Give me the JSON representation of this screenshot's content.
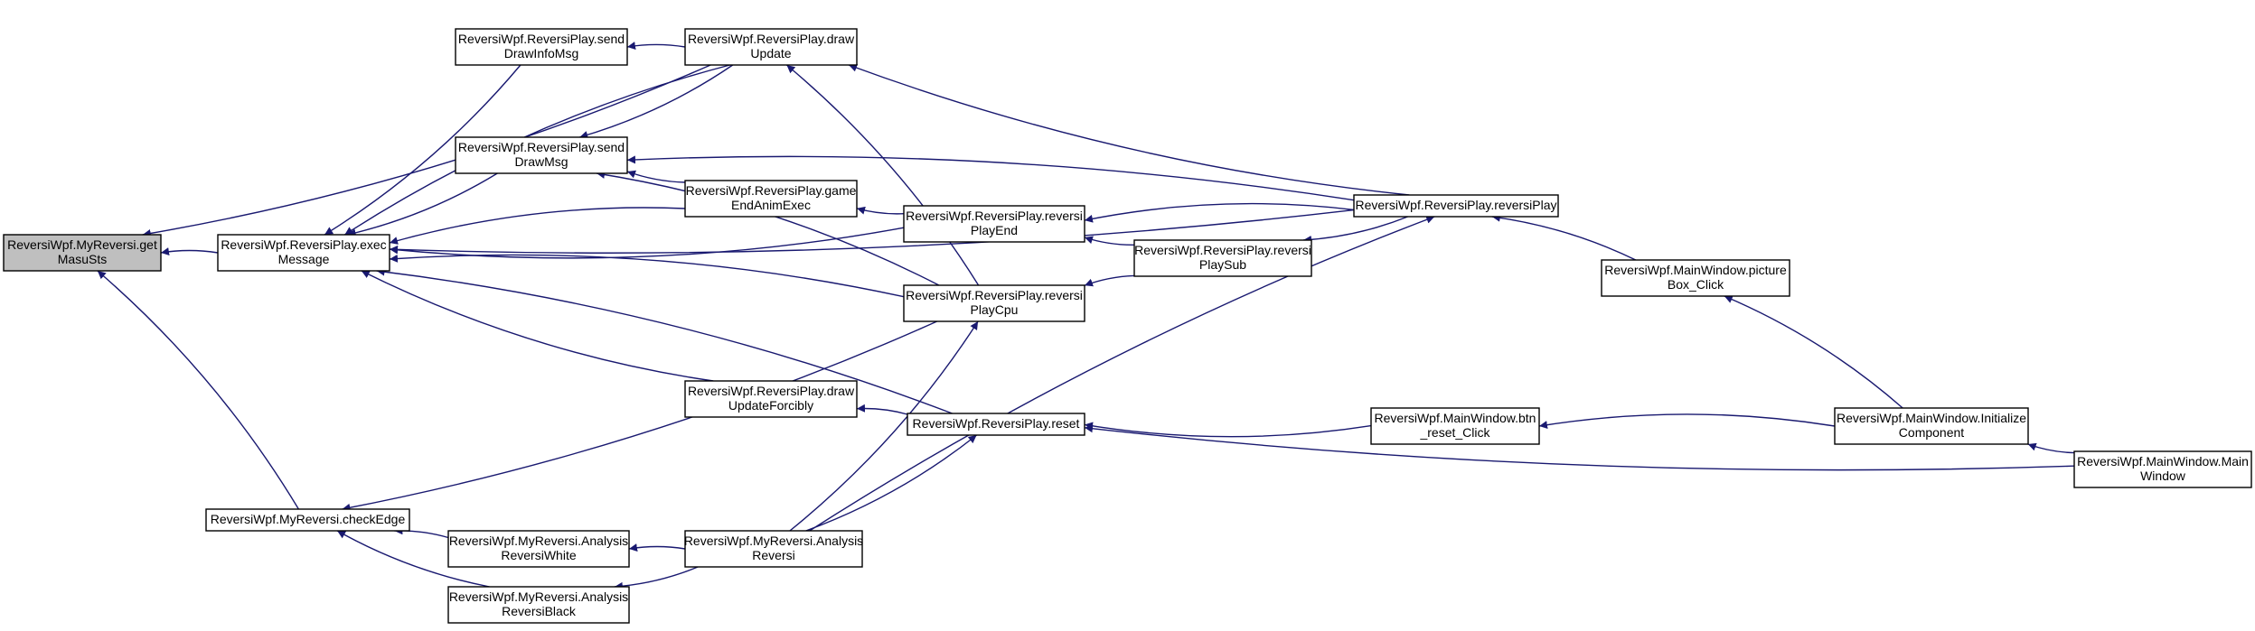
{
  "colors": {
    "edge": "#191970",
    "node_fill": "#ffffff",
    "root_fill": "#bfbfbf",
    "border": "#000000"
  },
  "nodes": {
    "getMasuSts": {
      "lines": [
        "ReversiWpf.MyReversi.get",
        "MasuSts"
      ],
      "root": true
    },
    "execMessage": {
      "lines": [
        "ReversiWpf.ReversiPlay.exec",
        "Message"
      ]
    },
    "sendDrawInfoMsg": {
      "lines": [
        "ReversiWpf.ReversiPlay.send",
        "DrawInfoMsg"
      ]
    },
    "drawUpdate": {
      "lines": [
        "ReversiWpf.ReversiPlay.draw",
        "Update"
      ]
    },
    "sendDrawMsg": {
      "lines": [
        "ReversiWpf.ReversiPlay.send",
        "DrawMsg"
      ]
    },
    "gameEndAnimExec": {
      "lines": [
        "ReversiWpf.ReversiPlay.game",
        "EndAnimExec"
      ]
    },
    "reversiPlayEnd": {
      "lines": [
        "ReversiWpf.ReversiPlay.reversi",
        "PlayEnd"
      ]
    },
    "reversiPlayCpu": {
      "lines": [
        "ReversiWpf.ReversiPlay.reversi",
        "PlayCpu"
      ]
    },
    "reversiPlaySub": {
      "lines": [
        "ReversiWpf.ReversiPlay.reversi",
        "PlaySub"
      ]
    },
    "reversiPlay": {
      "lines": [
        "ReversiWpf.ReversiPlay.reversiPlay"
      ]
    },
    "drawUpdateForcibly": {
      "lines": [
        "ReversiWpf.ReversiPlay.draw",
        "UpdateForcibly"
      ]
    },
    "reset": {
      "lines": [
        "ReversiWpf.ReversiPlay.reset"
      ]
    },
    "btnResetClick": {
      "lines": [
        "ReversiWpf.MainWindow.btn",
        "_reset_Click"
      ]
    },
    "pictureBoxClick": {
      "lines": [
        "ReversiWpf.MainWindow.picture",
        "Box_Click"
      ]
    },
    "initializeComponent": {
      "lines": [
        "ReversiWpf.MainWindow.Initialize",
        "Component"
      ]
    },
    "mainWindow": {
      "lines": [
        "ReversiWpf.MainWindow.Main",
        "Window"
      ]
    },
    "checkEdge": {
      "lines": [
        "ReversiWpf.MyReversi.checkEdge"
      ]
    },
    "analysisReversiWhite": {
      "lines": [
        "ReversiWpf.MyReversi.Analysis",
        "ReversiWhite"
      ]
    },
    "analysisReversi": {
      "lines": [
        "ReversiWpf.MyReversi.Analysis",
        "Reversi"
      ]
    },
    "analysisReversiBlack": {
      "lines": [
        "ReversiWpf.MyReversi.Analysis",
        "ReversiBlack"
      ]
    }
  },
  "edges": [
    {
      "from": "execMessage",
      "to": "getMasuSts"
    },
    {
      "from": "drawUpdate",
      "to": "getMasuSts"
    },
    {
      "from": "checkEdge",
      "to": "getMasuSts"
    },
    {
      "from": "sendDrawInfoMsg",
      "to": "execMessage"
    },
    {
      "from": "drawUpdate",
      "to": "execMessage"
    },
    {
      "from": "sendDrawMsg",
      "to": "execMessage"
    },
    {
      "from": "gameEndAnimExec",
      "to": "execMessage"
    },
    {
      "from": "reversiPlayEnd",
      "to": "execMessage"
    },
    {
      "from": "reversiPlayCpu",
      "to": "execMessage"
    },
    {
      "from": "drawUpdateForcibly",
      "to": "execMessage"
    },
    {
      "from": "reset",
      "to": "execMessage"
    },
    {
      "from": "reversiPlay",
      "to": "execMessage"
    },
    {
      "from": "drawUpdate",
      "to": "sendDrawInfoMsg"
    },
    {
      "from": "reversiPlay",
      "to": "drawUpdate"
    },
    {
      "from": "reversiPlayCpu",
      "to": "drawUpdate"
    },
    {
      "from": "drawUpdate",
      "to": "sendDrawMsg"
    },
    {
      "from": "reversiPlay",
      "to": "sendDrawMsg"
    },
    {
      "from": "gameEndAnimExec",
      "to": "sendDrawMsg"
    },
    {
      "from": "reversiPlayCpu",
      "to": "sendDrawMsg"
    },
    {
      "from": "reversiPlayEnd",
      "to": "gameEndAnimExec"
    },
    {
      "from": "reversiPlay",
      "to": "reversiPlayEnd"
    },
    {
      "from": "reversiPlaySub",
      "to": "reversiPlayEnd"
    },
    {
      "from": "reversiPlaySub",
      "to": "reversiPlayCpu"
    },
    {
      "from": "reversiPlay",
      "to": "reversiPlaySub"
    },
    {
      "from": "pictureBoxClick",
      "to": "reversiPlay"
    },
    {
      "from": "analysisReversi",
      "to": "reversiPlay"
    },
    {
      "from": "initializeComponent",
      "to": "pictureBoxClick"
    },
    {
      "from": "mainWindow",
      "to": "initializeComponent"
    },
    {
      "from": "reset",
      "to": "drawUpdateForcibly"
    },
    {
      "from": "btnResetClick",
      "to": "reset"
    },
    {
      "from": "analysisReversi",
      "to": "reset"
    },
    {
      "from": "mainWindow",
      "to": "reset"
    },
    {
      "from": "initializeComponent",
      "to": "btnResetClick"
    },
    {
      "from": "reversiPlayCpu",
      "to": "checkEdge"
    },
    {
      "from": "analysisReversiWhite",
      "to": "checkEdge"
    },
    {
      "from": "analysisReversiBlack",
      "to": "checkEdge"
    },
    {
      "from": "analysisReversi",
      "to": "analysisReversiWhite"
    },
    {
      "from": "analysisReversi",
      "to": "analysisReversiBlack"
    },
    {
      "from": "analysisReversi",
      "to": "reversiPlayCpu"
    }
  ]
}
